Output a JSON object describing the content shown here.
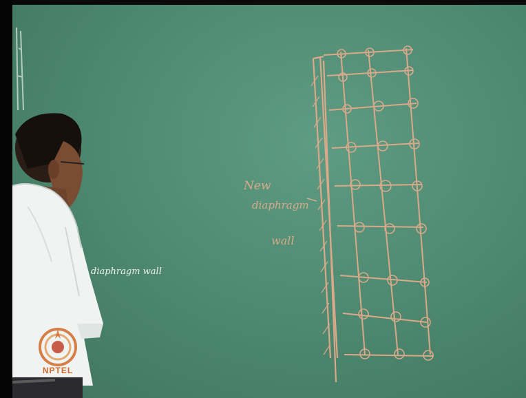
{
  "scene": {
    "board_color": "#4f8a72",
    "chalk_color": "#d9a98a",
    "chalk_white": "#e8efe6"
  },
  "board_text": {
    "left_note": "diaphragm wall",
    "label_line1": "New",
    "label_line2": "diaphragm",
    "label_line3": "wall"
  },
  "logo": {
    "text": "NPTEL",
    "icon": "nptel-logo-icon",
    "color": "#d06a2a"
  }
}
